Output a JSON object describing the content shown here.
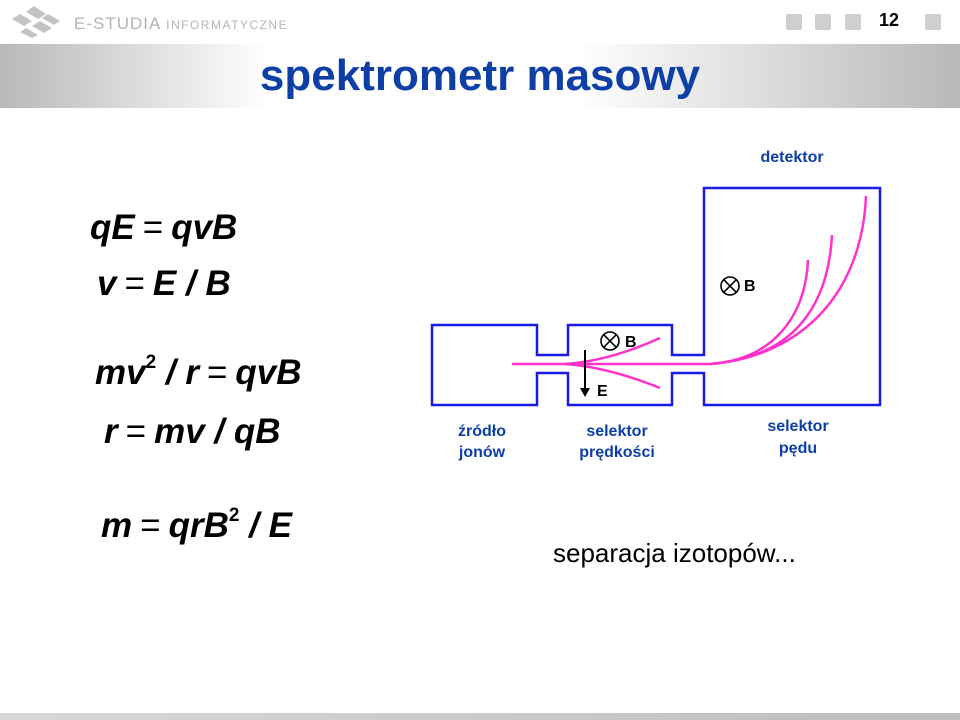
{
  "header": {
    "logo_main": "E-STUDIA",
    "logo_sub": "INFORMATYCZNE",
    "page_number": "12"
  },
  "title": "spektrometr masowy",
  "equations": {
    "eq1": {
      "lhs": "qE",
      "op": "=",
      "rhs": "qvB"
    },
    "eq2": {
      "lhs": "v",
      "op": "=",
      "rhs": "E / B"
    },
    "eq3": {
      "lhs_base": "mv",
      "lhs_exp": "2",
      "lhs_tail": " / r",
      "op": "=",
      "rhs": "qvB"
    },
    "eq4": {
      "lhs": "r",
      "op": "=",
      "rhs": "mv / qB"
    },
    "eq5": {
      "lhs": "m",
      "op": "=",
      "rhs_base": "qrB",
      "rhs_exp": "2",
      "rhs_tail": " / E"
    }
  },
  "diagram": {
    "label_detector": "detektor",
    "label_b_top": "B",
    "label_b_mid": "B",
    "label_e": "E",
    "label_source_1": "źródło",
    "label_source_2": "jonów",
    "label_velocity_1": "selektor",
    "label_velocity_2": "prędkości",
    "label_momentum_1": "selektor",
    "label_momentum_2": "pędu",
    "colors": {
      "outline": "#1a1ae6",
      "beam": "#ff33cc",
      "label": "#0d3fa6"
    }
  },
  "caption": "separacja izotopów..."
}
